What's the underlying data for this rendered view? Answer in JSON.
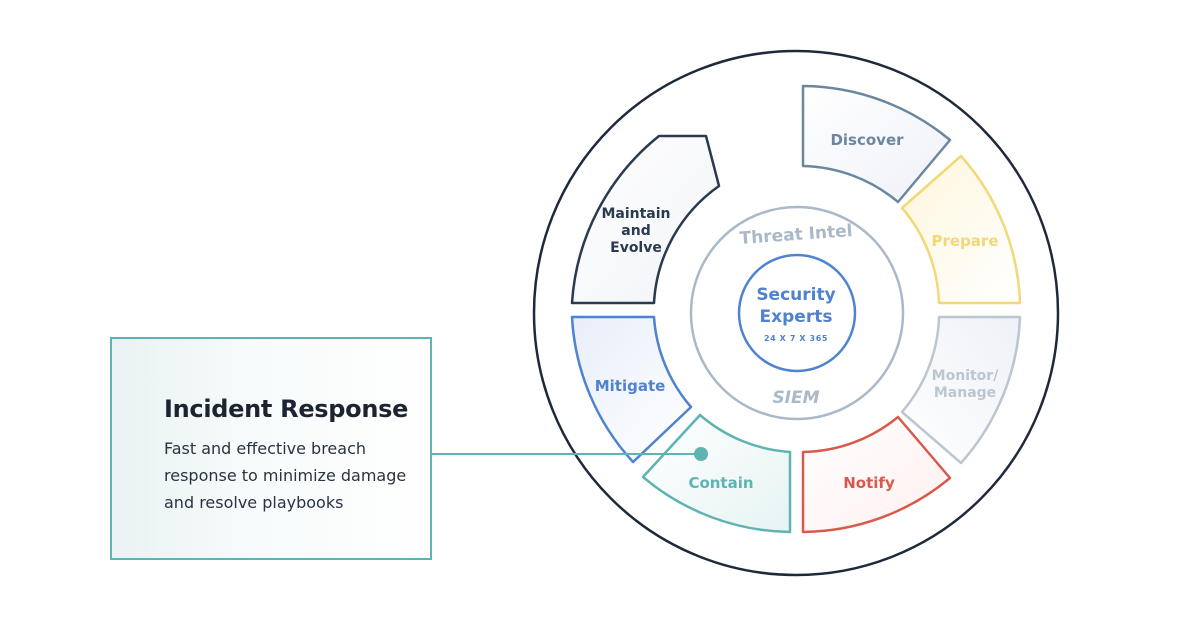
{
  "card": {
    "title": "Incident Response",
    "description": "Fast and effective breach response to minimize damage and resolve playbooks"
  },
  "center": {
    "title_line1": "Security",
    "title_line2": "Experts",
    "subtitle": "24 X 7 X 365"
  },
  "inner_ring": {
    "top_label": "Threat Intel",
    "bottom_label": "SIEM"
  },
  "segments": {
    "discover": "Discover",
    "prepare": "Prepare",
    "monitor_line1": "Monitor/",
    "monitor_line2": "Manage",
    "notify": "Notify",
    "contain": "Contain",
    "mitigate": "Mitigate",
    "maintain_line1": "Maintain",
    "maintain_line2": "and",
    "maintain_line3": "Evolve"
  },
  "colors": {
    "discover": "#6b879f",
    "prepare": "#f2d877",
    "monitor": "#bcc6d0",
    "notify": "#d85a4c",
    "contain": "#5fb3b3",
    "mitigate": "#4f82cf",
    "maintain": "#2a3a4f",
    "center": "#4f82cf",
    "inner_ring": "#aab9c8"
  }
}
